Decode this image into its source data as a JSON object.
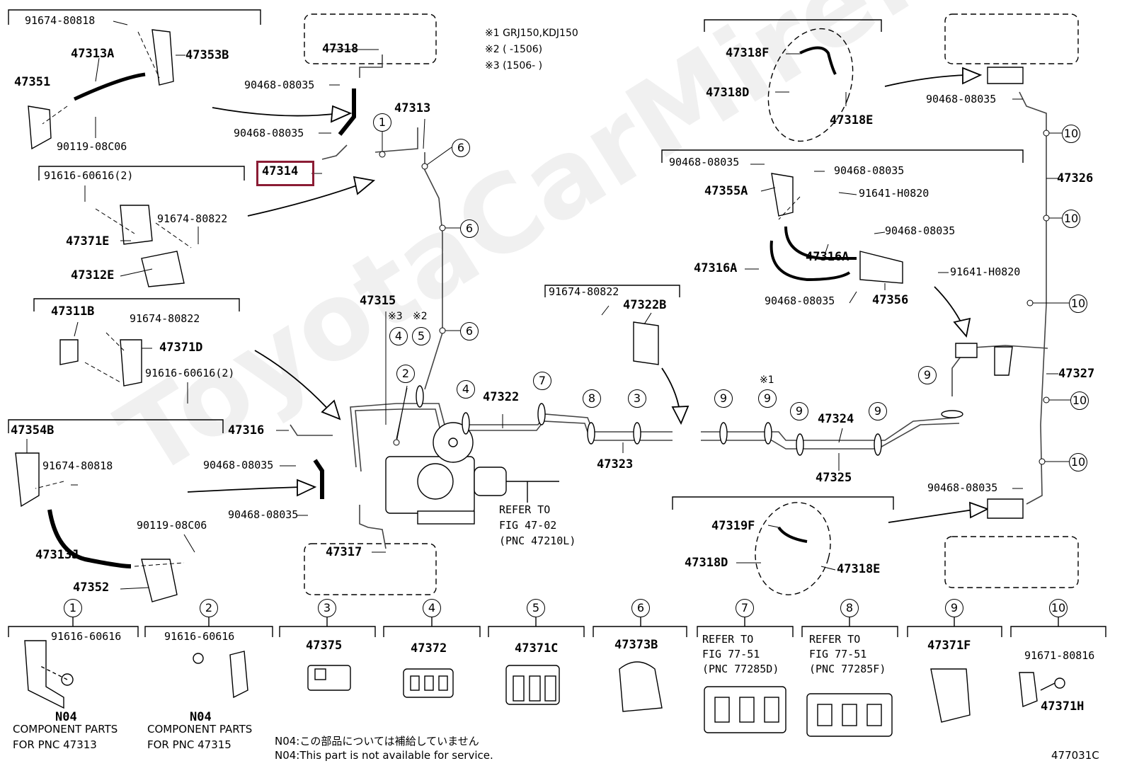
{
  "diagram_id": "477031C",
  "watermark": "ToyotaCarMire.ru",
  "notes": {
    "n1": "※1 GRJ150,KDJ150",
    "n2": "※2 (      -1506)",
    "n3": "※3 (1506-      )",
    "s3": "※3",
    "s2": "※2",
    "s1": "※1"
  },
  "highlighted_part": "47314",
  "labels": {
    "p91674_80818_a": "91674-80818",
    "p47313A": "47313A",
    "p47353B": "47353B",
    "p47351": "47351",
    "p90119_08C06_a": "90119-08C06",
    "p47318": "47318",
    "p90468_08035_a": "90468-08035",
    "p90468_08035_b": "90468-08035",
    "p47313": "47313",
    "p91616_60616_2_a": "91616-60616(2)",
    "p91674_80822_a": "91674-80822",
    "p47371E": "47371E",
    "p47312E": "47312E",
    "p47311B": "47311B",
    "p91674_80822_b": "91674-80822",
    "p47371D": "47371D",
    "p91616_60616_2_b": "91616-60616(2)",
    "p47354B": "47354B",
    "p91674_80818_b": "91674-80818",
    "p47313J": "47313J",
    "p90119_08C06_b": "90119-08C06",
    "p47352": "47352",
    "p47316": "47316",
    "p90468_08035_c": "90468-08035",
    "p90468_08035_d": "90468-08035",
    "p47317": "47317",
    "p47315": "47315",
    "p47322": "47322",
    "p47323": "47323",
    "p47324": "47324",
    "p47325": "47325",
    "p91674_80822_c": "91674-80822",
    "p47322B": "47322B",
    "refer1": "REFER TO",
    "refer2": "FIG 47-02",
    "refer3": "(PNC 47210L)",
    "p47318F": "47318F",
    "p47318D_a": "47318D",
    "p47318E_a": "47318E",
    "p90468_08035_e": "90468-08035",
    "p90468_08035_f": "90468-08035",
    "p90468_08035_g": "90468-08035",
    "p47355A": "47355A",
    "p91641_H0820_a": "91641-H0820",
    "p90468_08035_h": "90468-08035",
    "p47316A_a": "47316A",
    "p47316A_b": "47316A",
    "p91641_H0820_b": "91641-H0820",
    "p90468_08035_i": "90468-08035",
    "p47356": "47356",
    "p47326": "47326",
    "p47327": "47327",
    "p90468_08035_j": "90468-08035",
    "p47319F": "47319F",
    "p47318D_b": "47318D",
    "p47318E_b": "47318E"
  },
  "callouts": [
    "1",
    "2",
    "3",
    "4",
    "5",
    "6",
    "7",
    "8",
    "9",
    "10"
  ],
  "legend": [
    {
      "num": "1",
      "part": "91616-60616",
      "code": "N04",
      "desc1": "COMPONENT PARTS",
      "desc2": "FOR PNC 47313"
    },
    {
      "num": "2",
      "part": "91616-60616",
      "code": "N04",
      "desc1": "COMPONENT PARTS",
      "desc2": "FOR PNC 47315"
    },
    {
      "num": "3",
      "part": "47375"
    },
    {
      "num": "4",
      "part": "47372"
    },
    {
      "num": "5",
      "part": "47371C"
    },
    {
      "num": "6",
      "part": "47373B"
    },
    {
      "num": "7",
      "ref1": "REFER TO",
      "ref2": "FIG 77-51",
      "ref3": "(PNC 77285D)"
    },
    {
      "num": "8",
      "ref1": "REFER TO",
      "ref2": "FIG 77-51",
      "ref3": "(PNC 77285F)"
    },
    {
      "num": "9",
      "part": "47371F"
    },
    {
      "num": "10",
      "part": "91671-80816",
      "part2": "47371H"
    }
  ],
  "footnote_jp": "N04:この部品については補給していません",
  "footnote_en": "N04:This part is not available for service."
}
